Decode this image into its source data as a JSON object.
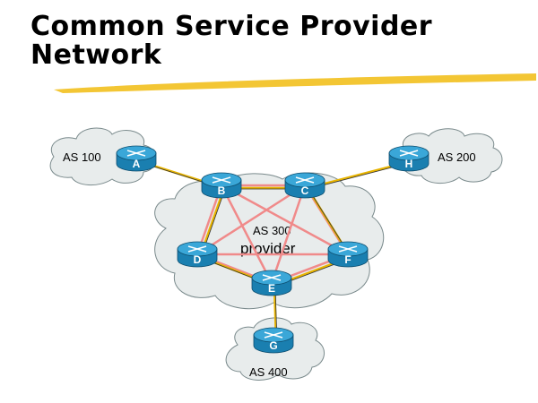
{
  "title": {
    "line1": "Common Service Provider",
    "line2": "Network"
  },
  "colors": {
    "highlight": "#f5c518",
    "cloud_fill": "#e8ecec",
    "cloud_stroke": "#7a8a8c",
    "router_top": "#3aa7d8",
    "router_side": "#1a7fb0",
    "link_ebgp": "#e8b400",
    "link_ibgp": "#f08a8a"
  },
  "clouds": [
    {
      "id": "as100",
      "label": "AS 100"
    },
    {
      "id": "as200",
      "label": "AS 200"
    },
    {
      "id": "as300",
      "label": "AS 300",
      "sublabel": "provider"
    },
    {
      "id": "as400",
      "label": "AS 400"
    }
  ],
  "routers": [
    {
      "id": "A",
      "label": "A"
    },
    {
      "id": "B",
      "label": "B"
    },
    {
      "id": "C",
      "label": "C"
    },
    {
      "id": "D",
      "label": "D"
    },
    {
      "id": "E",
      "label": "E"
    },
    {
      "id": "F",
      "label": "F"
    },
    {
      "id": "G",
      "label": "G"
    },
    {
      "id": "H",
      "label": "H"
    }
  ],
  "links_physical": [
    [
      "A",
      "B"
    ],
    [
      "C",
      "H"
    ],
    [
      "E",
      "G"
    ],
    [
      "B",
      "C"
    ],
    [
      "C",
      "F"
    ],
    [
      "F",
      "E"
    ],
    [
      "E",
      "D"
    ],
    [
      "D",
      "B"
    ]
  ],
  "links_ibgp_mesh": [
    [
      "B",
      "C"
    ],
    [
      "B",
      "D"
    ],
    [
      "B",
      "E"
    ],
    [
      "B",
      "F"
    ],
    [
      "C",
      "D"
    ],
    [
      "C",
      "E"
    ],
    [
      "C",
      "F"
    ],
    [
      "D",
      "E"
    ],
    [
      "D",
      "F"
    ],
    [
      "E",
      "F"
    ]
  ]
}
